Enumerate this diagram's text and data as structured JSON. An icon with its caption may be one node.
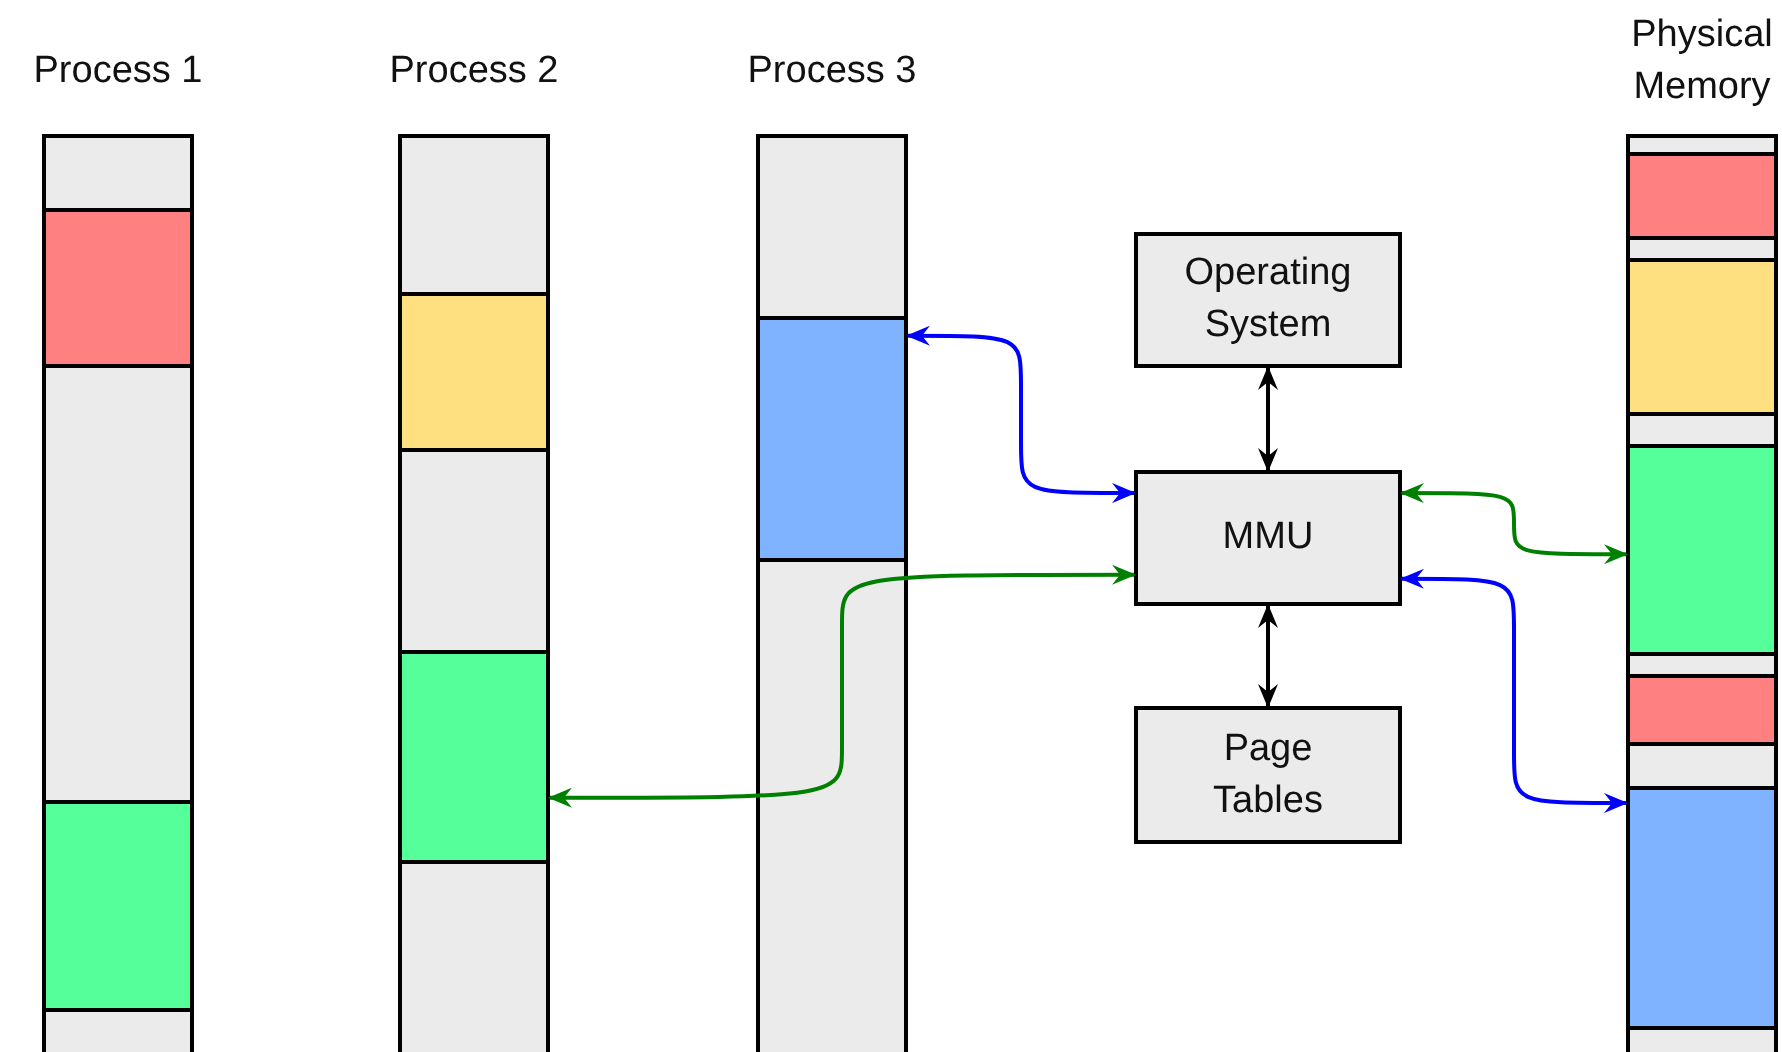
{
  "diagram": {
    "nodes": [
      {
        "text": [
          "Process 1"
        ]
      },
      {
        "text": [],
        "shape": "box",
        "in": 0
      },
      {
        "text": [],
        "shape": "box",
        "in": 0
      },
      {
        "text": [
          "Process 2"
        ]
      },
      {
        "text": [],
        "shape": "box",
        "in": 3
      },
      {
        "text": [],
        "shape": "box",
        "in": 3
      },
      {
        "text": [
          "Process 3"
        ]
      },
      {
        "text": [],
        "shape": "box",
        "in": 6
      },
      {
        "text": [
          "Operating System"
        ]
      },
      {
        "text": [
          "MMU"
        ]
      },
      {
        "text": [
          "Page Tables"
        ]
      },
      {
        "text": [
          "Physical Memory"
        ]
      },
      {
        "text": [],
        "shape": "box",
        "in": 11
      },
      {
        "text": [],
        "shape": "box",
        "in": 11
      },
      {
        "text": [],
        "shape": "box",
        "in": 11
      },
      {
        "text": [],
        "shape": "box",
        "in": 11
      },
      {
        "text": [],
        "shape": "box",
        "in": 11
      }
    ],
    "edges": [
      {
        "from": 7,
        "to": 9,
        "arrow": "both",
        "color": "#0000ff"
      },
      {
        "from": 9,
        "to": 5,
        "arrow": "both",
        "color": "#008000"
      },
      {
        "from": 8,
        "to": 9,
        "arrow": "both",
        "color": "#000000"
      },
      {
        "from": 9,
        "to": 10,
        "arrow": "both",
        "color": "#000000"
      },
      {
        "from": 9,
        "to": 14,
        "arrow": "both",
        "color": "#008000"
      },
      {
        "from": 9,
        "to": 16,
        "arrow": "both",
        "color": "#0000ff"
      }
    ]
  }
}
